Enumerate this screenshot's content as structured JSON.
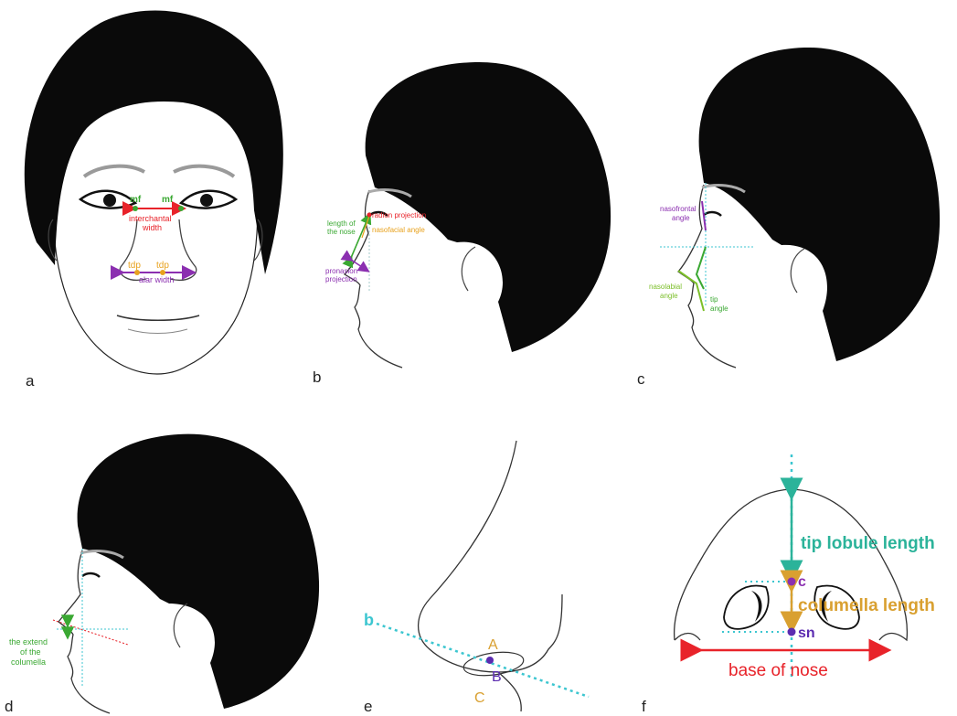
{
  "panels": {
    "a": {
      "letter": "a",
      "labels": {
        "mf_left": "mf",
        "mf_right": "mf",
        "interchantal_line1": "interchantal",
        "interchantal_line2": "width",
        "tdp_left": "tdp",
        "tdp_right": "tdp",
        "alar_width": "alar width"
      }
    },
    "b": {
      "letter": "b",
      "labels": {
        "length_line1": "length of",
        "length_line2": "the nose",
        "radix_projection": "radion projection",
        "nasofacial_angle": "nasofacial angle",
        "pronasion_line1": "pronasion",
        "pronasion_line2": "projection"
      }
    },
    "c": {
      "letter": "c",
      "labels": {
        "nasofrontal_line1": "nasofrontal",
        "nasofrontal_line2": "angle",
        "nasolabial_line1": "nasolabial",
        "nasolabial_line2": "angle",
        "tip_line1": "tip",
        "tip_line2": "angle"
      }
    },
    "d": {
      "letter": "d",
      "labels": {
        "extend_line1": "the extend",
        "extend_line2": "of the",
        "extend_line3": "columella"
      }
    },
    "e": {
      "letter": "e",
      "labels": {
        "b_line": "b",
        "point_A": "A",
        "point_B": "B",
        "point_C": "C"
      }
    },
    "f": {
      "letter": "f",
      "labels": {
        "tip_lobule_length": "tip lobule length",
        "point_c": "c",
        "columella_length": "columella length",
        "point_sn": "sn",
        "base_of_nose": "base of nose"
      }
    }
  },
  "colors": {
    "red": "#e8232a",
    "green": "#3aa832",
    "orange": "#e8a21e",
    "purple": "#8b2fb0",
    "teal": "#2bb39a",
    "cyan_dotted": "#3cc6d0",
    "gold": "#d9a030",
    "indigo": "#5b2bb0",
    "hair": "#0a0a0a"
  }
}
